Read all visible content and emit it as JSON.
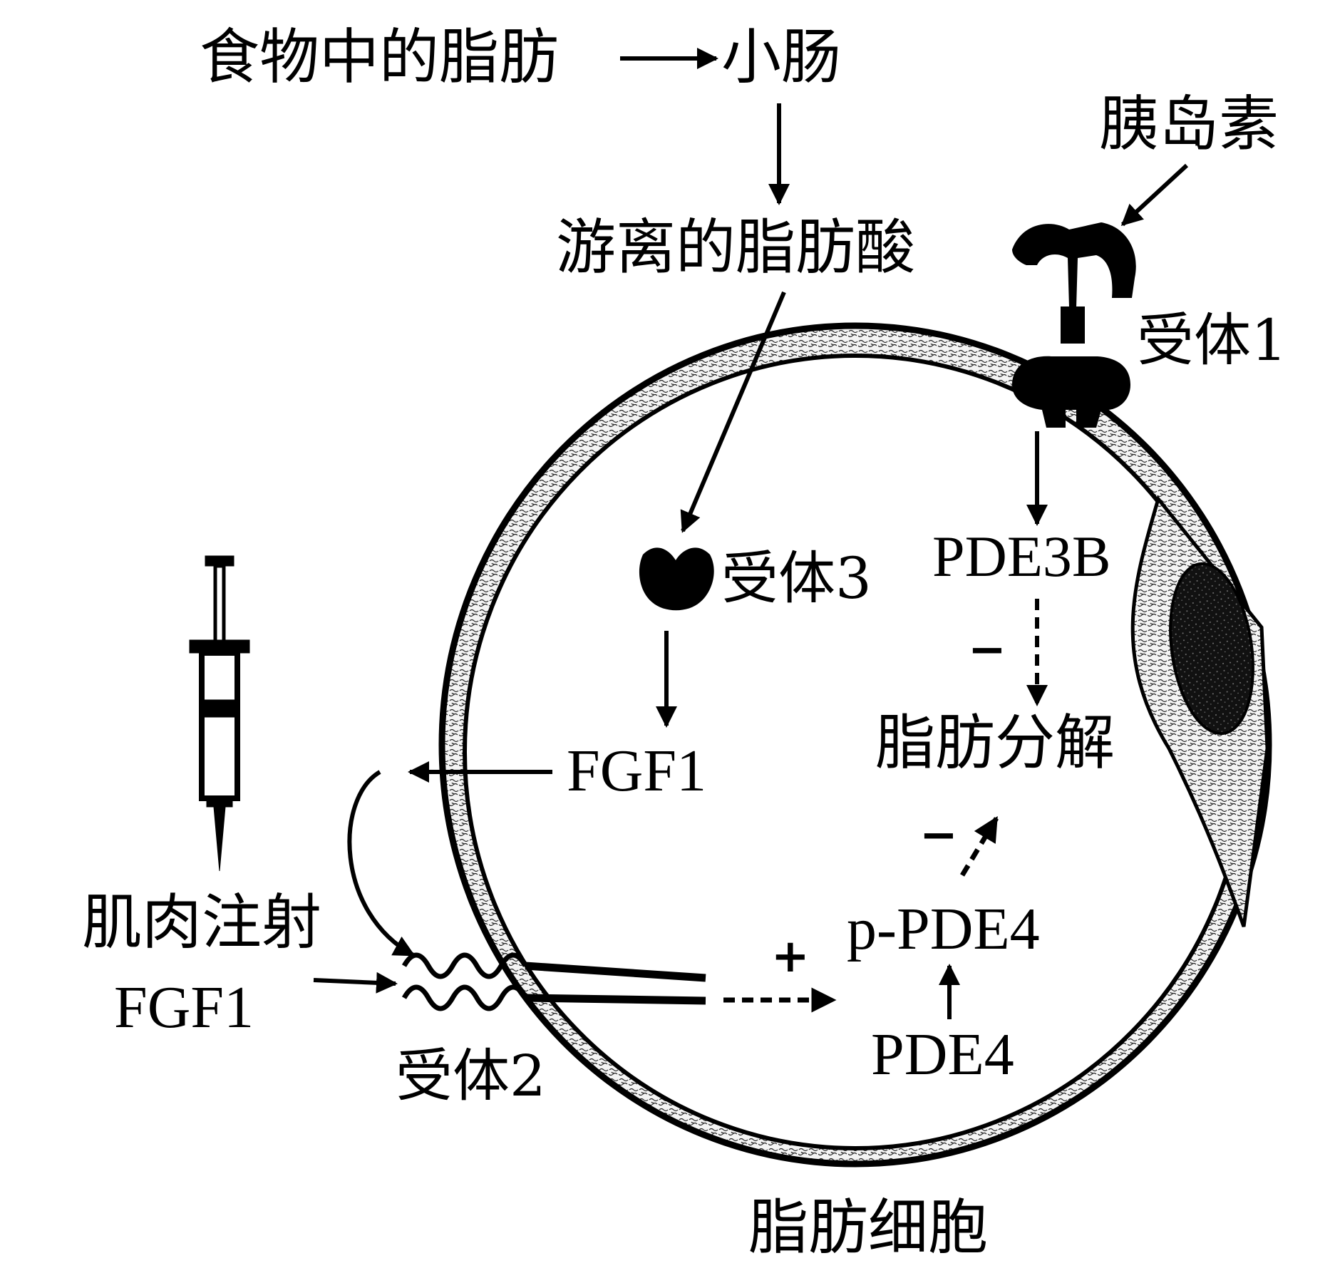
{
  "labels": {
    "food_fat": "食物中的脂肪",
    "small_intestine": "小肠",
    "free_fatty_acid": "游离的脂肪酸",
    "insulin": "胰岛素",
    "receptor1": "受体1",
    "receptor3": "受体3",
    "pde3b": "PDE3B",
    "lipolysis": "脂肪分解",
    "fgf1_inner": "FGF1",
    "im_injection": "肌肉注射",
    "im_fgf1": "FGF1",
    "p_pde4": "p-PDE4",
    "pde4": "PDE4",
    "receptor2": "受体2",
    "adipocyte": "脂肪细胞"
  },
  "signs": {
    "pde3b_to_lipolysis": "−",
    "ppde4_to_lipolysis": "−",
    "receptor2_to_ppde4": "+"
  },
  "colors": {
    "ink": "#000000",
    "membrane_fill": "#f4f4f4",
    "background": "#ffffff"
  }
}
